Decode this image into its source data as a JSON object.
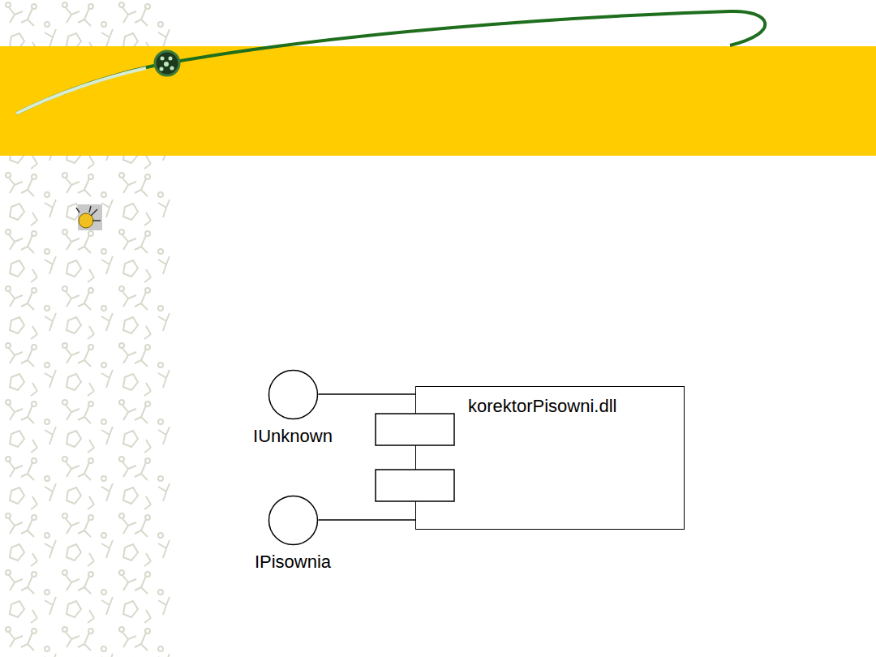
{
  "diagram": {
    "nodes": [
      {
        "text": [
          "IUnknown"
        ]
      },
      {
        "text": [
          "korektorPisowni.dll"
        ]
      },
      {
        "text": [
          "IPisownia"
        ]
      }
    ],
    "edges": [
      {
        "from": 0,
        "to": 1,
        "arrow": "none"
      },
      {
        "from": 2,
        "to": 1,
        "arrow": "none"
      }
    ]
  }
}
